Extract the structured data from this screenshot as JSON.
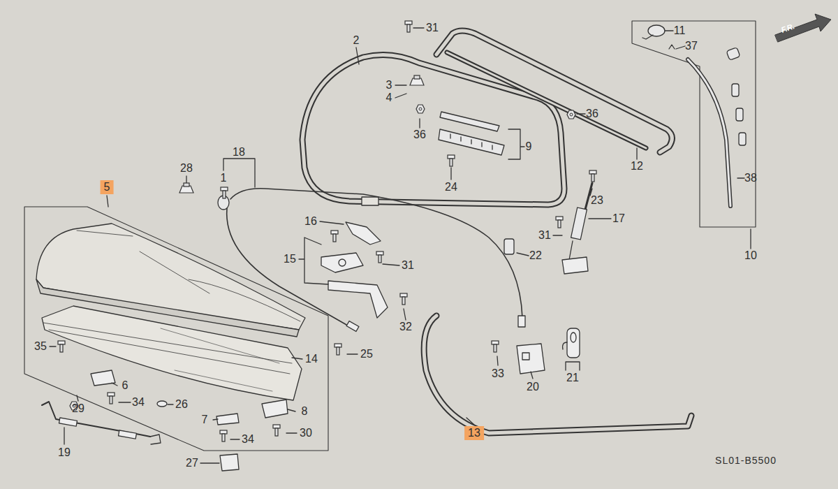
{
  "diagram": {
    "labels": [
      "2",
      "31",
      "11",
      "37",
      "3",
      "4",
      "36",
      "36",
      "9",
      "12",
      "38",
      "10",
      "18",
      "1",
      "28",
      "5",
      "24",
      "23",
      "17",
      "31",
      "22",
      "16",
      "15",
      "31",
      "35",
      "14",
      "25",
      "32",
      "13",
      "33",
      "20",
      "21",
      "6",
      "29",
      "34",
      "26",
      "8",
      "7",
      "34",
      "30",
      "19",
      "27",
      "F.R.",
      "SL01-B5500"
    ]
  }
}
